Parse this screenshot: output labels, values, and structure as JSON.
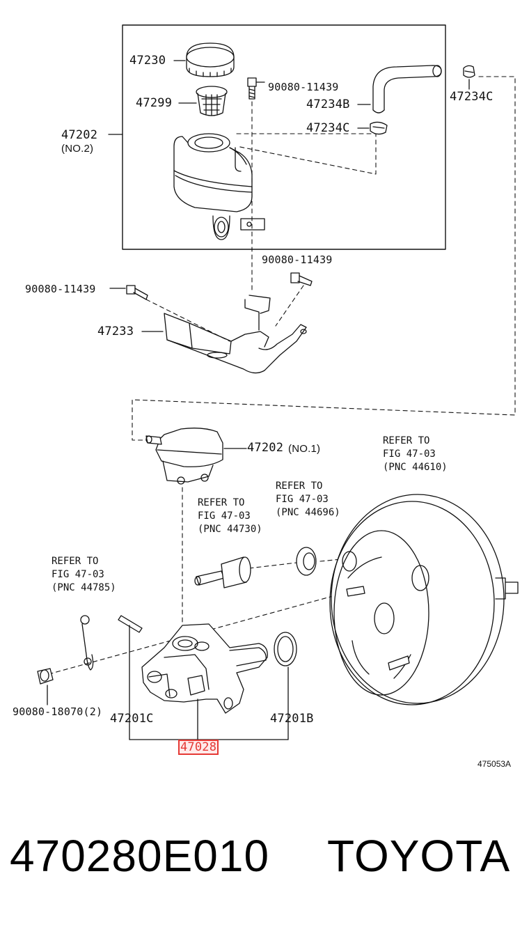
{
  "labels": {
    "p47230": "47230",
    "p47299": "47299",
    "p47202": "47202",
    "p47202_no2": "(NO.2)",
    "p90080_11439_a": "90080-11439",
    "p47234b": "47234B",
    "p47234c_a": "47234C",
    "p47234c_b": "47234C",
    "p90080_11439_b": "90080-11439",
    "p90080_11439_c": "90080-11439",
    "p47233": "47233",
    "p47202_no1": "47202",
    "p47202_no1_suffix": "(NO.1)",
    "ref_44610": "REFER TO\nFIG 47-03\n(PNC 44610)",
    "ref_44696": "REFER TO\nFIG 47-03\n(PNC 44696)",
    "ref_44730": "REFER TO\nFIG 47-03\n(PNC 44730)",
    "ref_44785": "REFER TO\nFIG 47-03\n(PNC 44785)",
    "p90080_18070": "90080-18070(2)",
    "p47201c": "47201C",
    "p47201b": "47201B",
    "p47028": "47028",
    "fig_code": "475053A"
  },
  "footer": {
    "part_number": "470280E010",
    "brand": "TOYOTA"
  },
  "colors": {
    "highlight": "#e53935",
    "line": "#111111"
  }
}
